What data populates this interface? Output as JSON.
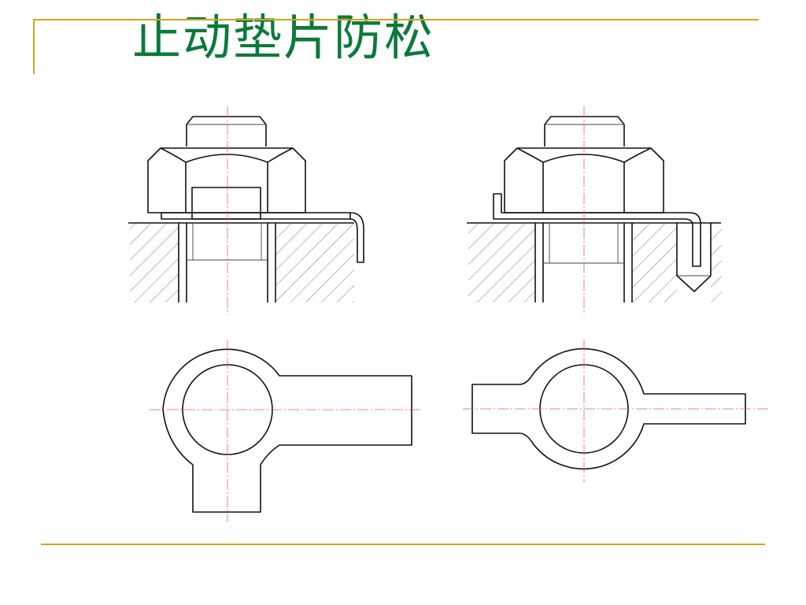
{
  "slide": {
    "title": "止动垫片防松"
  },
  "colors": {
    "title": "#0a7a3a",
    "rule": "#d9a21a",
    "outline": "#111111",
    "centerline": "#e06060"
  },
  "figures": [
    {
      "name": "section-view-left",
      "kind": "nut-with-tab-washer-bent-over-edge"
    },
    {
      "name": "section-view-right",
      "kind": "nut-with-tab-washer-bent-into-hole"
    },
    {
      "name": "plan-view-left",
      "kind": "tab-washer-with-two-tabs"
    },
    {
      "name": "plan-view-right",
      "kind": "tab-washer-with-two-opposite-tabs"
    }
  ]
}
